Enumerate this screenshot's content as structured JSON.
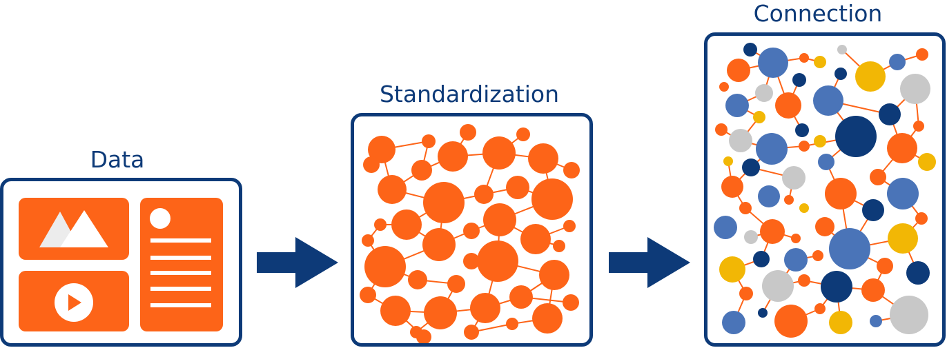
{
  "stages": [
    {
      "title": "Data"
    },
    {
      "title": "Standardization"
    },
    {
      "title": "Connection"
    }
  ],
  "colors": {
    "frame": "#0d3a78",
    "orange": "#fd6418",
    "blue": "#4a74b8",
    "navy": "#0d3a78",
    "gray": "#c8c8c8",
    "yellow": "#f2b705",
    "line": "#fd6418"
  },
  "icons": {
    "image": "mountain-image-icon",
    "video": "play-video-icon",
    "document": "text-document-icon",
    "arrow": "right-arrow-icon"
  }
}
